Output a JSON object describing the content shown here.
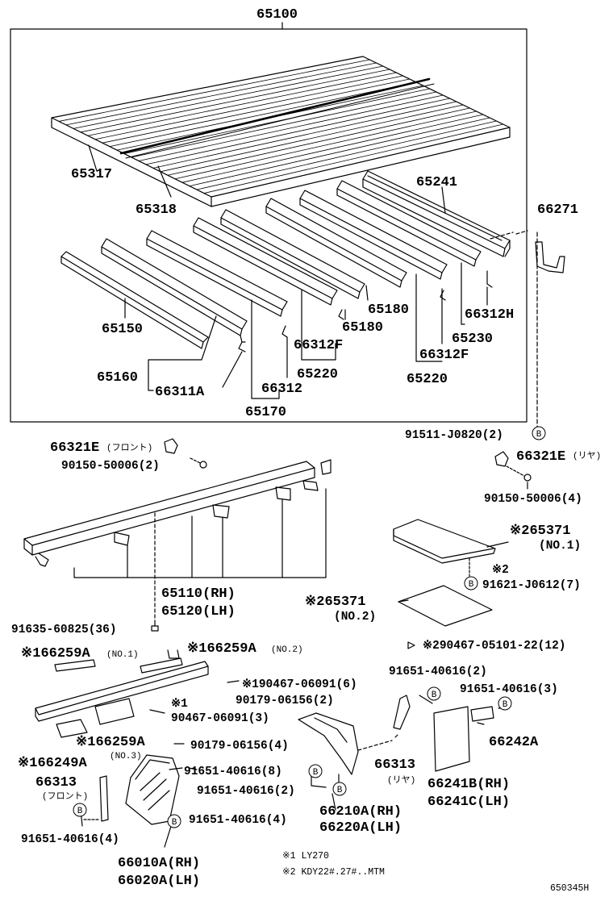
{
  "diagram": {
    "footer_code": "650345H",
    "notes": [
      "※1 LY270",
      "※2 KDY22#.27#..MTM"
    ],
    "callout_symbol": "B",
    "top_labels": {
      "assembly": "65100",
      "p65317": "65317",
      "p65318": "65318",
      "p65241": "65241",
      "p66271": "66271",
      "p65150": "65150",
      "p65180a": "65180",
      "p65180b": "65180",
      "p66312H": "66312H",
      "p66312F_a": "66312F",
      "p66312F_b": "66312F",
      "p65230": "65230",
      "p65220a": "65220",
      "p65220b": "65220",
      "p65160": "65160",
      "p66311A": "66311A",
      "p66312": "66312",
      "p65170": "65170"
    },
    "middle_labels": {
      "p91511": "91511-J0820(2)",
      "p66321E_front": "66321E",
      "p66321E_front_sub": "(フロント)",
      "p90150_2": "90150-50006(2)",
      "p66321E_rear": "66321E",
      "p66321E_rear_sub": "(リヤ)",
      "p90150_4": "90150-50006(4)",
      "p65371_1": "※265371",
      "p65371_1_sub": "(NO.1)",
      "p91621_mark": "※2",
      "p91621": "91621-J0612(7)",
      "p65110": "65110(RH)",
      "p65120": "65120(LH)",
      "p65371_2": "※265371",
      "p65371_2_sub": "(NO.2)",
      "p91635": "91635-60825(36)",
      "p290467": "※290467-05101-22(12)"
    },
    "bottom_labels": {
      "p66259A_1": "※166259A",
      "p66259A_1_sub": "(NO.1)",
      "p66259A_2": "※166259A",
      "p66259A_2_sub": "(NO.2)",
      "p190467": "※190467-06091(6)",
      "p90179_2": "90179-06156(2)",
      "p91651_2a": "91651-40616(2)",
      "p91651_3": "91651-40616(3)",
      "p90467_mark": "※1",
      "p90467": "90467-06091(3)",
      "p66259A_3": "※166259A",
      "p66259A_3_sub": "(NO.3)",
      "p90179_4": "90179-06156(4)",
      "p66242A": "66242A",
      "p66249A": "※166249A",
      "p66313_rear": "66313",
      "p66313_rear_sub": "(リヤ)",
      "p91651_8": "91651-40616(8)",
      "p66313_front": "66313",
      "p66313_front_sub": "(フロント)",
      "p91651_2b": "91651-40616(2)",
      "p66241B": "66241B(RH)",
      "p66241C": "66241C(LH)",
      "p91651_4a": "91651-40616(4)",
      "p66210A": "66210A(RH)",
      "p66220A": "66220A(LH)",
      "p91651_4b": "91651-40616(4)",
      "p66010A": "66010A(RH)",
      "p66020A": "66020A(LH)"
    }
  }
}
